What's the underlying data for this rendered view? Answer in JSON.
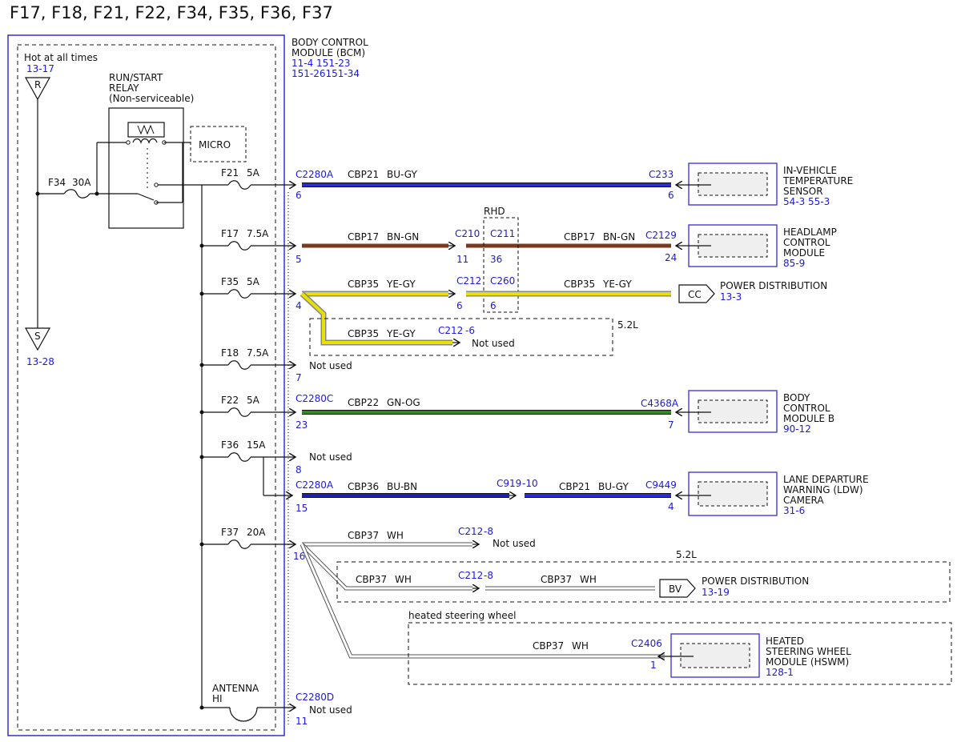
{
  "title": "F17, F18, F21, F22, F34, F35, F36, F37",
  "bcm": {
    "name_line1": "BODY CONTROL",
    "name_line2": "MODULE (BCM)",
    "refs_line1": "11-4   151-23",
    "refs_line2": "151-26151-34"
  },
  "hot": {
    "label": "Hot at all times",
    "ref": "13-17",
    "r": "R",
    "s": "S",
    "s_ref": "13-28"
  },
  "relay": {
    "line1": "RUN/START",
    "line2": "RELAY",
    "line3": "(Non-serviceable)",
    "micro": "MICRO"
  },
  "fuses": {
    "f34": {
      "name": "F34",
      "amps": "30A"
    },
    "f21": {
      "name": "F21",
      "amps": "5A"
    },
    "f17": {
      "name": "F17",
      "amps": "7.5A"
    },
    "f35": {
      "name": "F35",
      "amps": "5A"
    },
    "f18": {
      "name": "F18",
      "amps": "7.5A"
    },
    "f22": {
      "name": "F22",
      "amps": "5A"
    },
    "f36": {
      "name": "F36",
      "amps": "15A"
    },
    "f37": {
      "name": "F37",
      "amps": "20A"
    },
    "antenna": {
      "line1": "ANTENNA",
      "line2": "HI"
    }
  },
  "circuits": {
    "f21": {
      "conn_left": "C2280A",
      "pin_left": "6",
      "circuit": "CBP21",
      "color": "BU-GY",
      "conn_right": "C233",
      "pin_right": "6",
      "dest_line1": "IN-VEHICLE",
      "dest_line2": "TEMPERATURE",
      "dest_line3": "SENSOR",
      "dest_ref": "54-3   55-3"
    },
    "f17": {
      "pin_left": "5",
      "circuit_a": "CBP17",
      "color_a": "BN-GN",
      "conn_mid_a": "C210",
      "pin_mid_a": "11",
      "conn_mid_b": "C211",
      "pin_mid_b": "36",
      "circuit_b": "CBP17",
      "color_b": "BN-GN",
      "conn_right": "C2129",
      "pin_right": "24",
      "dest_line1": "HEADLAMP",
      "dest_line2": "CONTROL",
      "dest_line3": "MODULE",
      "dest_ref": "85-9"
    },
    "rhd": "RHD",
    "f35": {
      "pin_left": "4",
      "circuit_a": "CBP35",
      "color_a": "YE-GY",
      "conn_mid_a": "C212",
      "pin_mid_a": "6",
      "conn_mid_b": "C260",
      "pin_mid_b": "6",
      "circuit_b": "CBP35",
      "color_b": "YE-GY",
      "cc": "CC",
      "dest": "POWER DISTRIBUTION",
      "dest_ref": "13-3",
      "opt_label": "5.2L",
      "opt_circuit": "CBP35",
      "opt_color": "YE-GY",
      "opt_conn": "C212",
      "opt_pin": "-6",
      "opt_status": "Not used"
    },
    "f18": {
      "pin_left": "7",
      "status": "Not used"
    },
    "f22": {
      "conn_left": "C2280C",
      "pin_left": "23",
      "circuit": "CBP22",
      "color": "GN-OG",
      "conn_right": "C4368A",
      "pin_right": "7",
      "dest_line1": "BODY",
      "dest_line2": "CONTROL",
      "dest_line3": "MODULE B",
      "dest_ref": "90-12"
    },
    "f36_top": {
      "pin_left": "8",
      "status": "Not used"
    },
    "f36": {
      "conn_left": "C2280A",
      "pin_left": "15",
      "circuit_a": "CBP36",
      "color_a": "BU-BN",
      "conn_mid": "C919",
      "pin_mid": "-10",
      "circuit_b": "CBP21",
      "color_b": "BU-GY",
      "conn_right": "C9449",
      "pin_right": "4",
      "dest_line1": "LANE DEPARTURE",
      "dest_line2": "WARNING (LDW)",
      "dest_line3": "CAMERA",
      "dest_ref": "31-6"
    },
    "f37": {
      "pin_left": "16",
      "circuit_a": "CBP37",
      "color_a": "WH",
      "conn_a": "C212",
      "pin_a": "-8",
      "status_a": "Not used",
      "opt_label": "5.2L",
      "circuit_b1": "CBP37",
      "color_b1": "WH",
      "conn_b": "C212",
      "pin_b": "-8",
      "circuit_b2": "CBP37",
      "color_b2": "WH",
      "bv": "BV",
      "dest_b": "POWER DISTRIBUTION",
      "dest_b_ref": "13-19",
      "hsw_label": "heated steering wheel",
      "circuit_c": "CBP37",
      "color_c": "WH",
      "conn_c": "C2406",
      "pin_c": "1",
      "dest_c_line1": "HEATED",
      "dest_c_line2": "STEERING WHEEL",
      "dest_c_line3": "MODULE (HSWM)",
      "dest_c_ref": "128-1"
    },
    "antenna": {
      "conn_left": "C2280D",
      "pin_left": "11",
      "status": "Not used"
    }
  },
  "wire_colors": {
    "bu_gy": "#2a2ad8",
    "bn_gn": "#7a3a1e",
    "ye_gy": "#e8e000",
    "gn_og": "#2e8b1e",
    "bu_bn": "#2020b0",
    "wh": "#ffffff",
    "module_border": "#3030d0"
  }
}
